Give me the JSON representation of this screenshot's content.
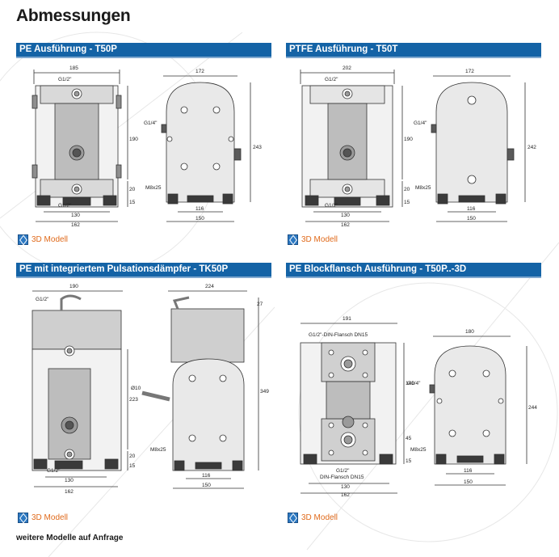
{
  "title": "Abmessungen",
  "footer_note": "weitere Modelle auf Anfrage",
  "link_label": "3D Modell",
  "colors": {
    "header_bar": "#1463a6",
    "link": "#e06a1b",
    "pump_body": "#d9d9d9",
    "pump_dark": "#8e8e8e"
  },
  "panels": [
    {
      "heading": "PE Ausführung - T50P",
      "front": {
        "width_top": "185",
        "port_top": "G1/2\"",
        "port_bottom": "G1/2\"",
        "h1": "190",
        "h2": "20",
        "h3": "15",
        "w1": "130",
        "w2": "162"
      },
      "side": {
        "width_top": "172",
        "port": "G1/4\"",
        "bolt": "M8x25",
        "height": "243",
        "w1": "116",
        "w2": "150"
      }
    },
    {
      "heading": "PTFE Ausführung - T50T",
      "front": {
        "width_top": "202",
        "port_top": "G1/2\"",
        "port_bottom": "G1/2\"",
        "h1": "190",
        "h2": "20",
        "h3": "15",
        "w1": "130",
        "w2": "162"
      },
      "side": {
        "width_top": "172",
        "port": "G1/4\"",
        "bolt": "M8x25",
        "height": "242",
        "w1": "116",
        "w2": "150"
      }
    },
    {
      "heading": "PE mit integriertem Pulsationsdämpfer - TK50P",
      "front": {
        "width_top": "190",
        "port_top": "G1/2\"",
        "port_bottom": "G1/2\"",
        "h1": "223",
        "h2": "20",
        "h3": "15",
        "w1": "130",
        "w2": "162"
      },
      "side": {
        "width_top": "224",
        "port": "Ø10",
        "bolt": "M8x25",
        "height": "349",
        "h_top": "27",
        "w1": "116",
        "w2": "150"
      }
    },
    {
      "heading": "PE Blockflansch Ausführung - T50P..-3D",
      "front": {
        "width_top": "191",
        "port_top": "G1/2\"-DIN-Flansch DN15",
        "port_bottom": "G1/2\"",
        "port_bottom2": "DIN-Flansch DN15",
        "h1": "140",
        "h2": "45",
        "h3": "15",
        "w1": "130",
        "w2": "162"
      },
      "side": {
        "width_top": "180",
        "port": "G1/4\"",
        "bolt": "M8x25",
        "height": "244",
        "w1": "116",
        "w2": "150"
      }
    }
  ]
}
